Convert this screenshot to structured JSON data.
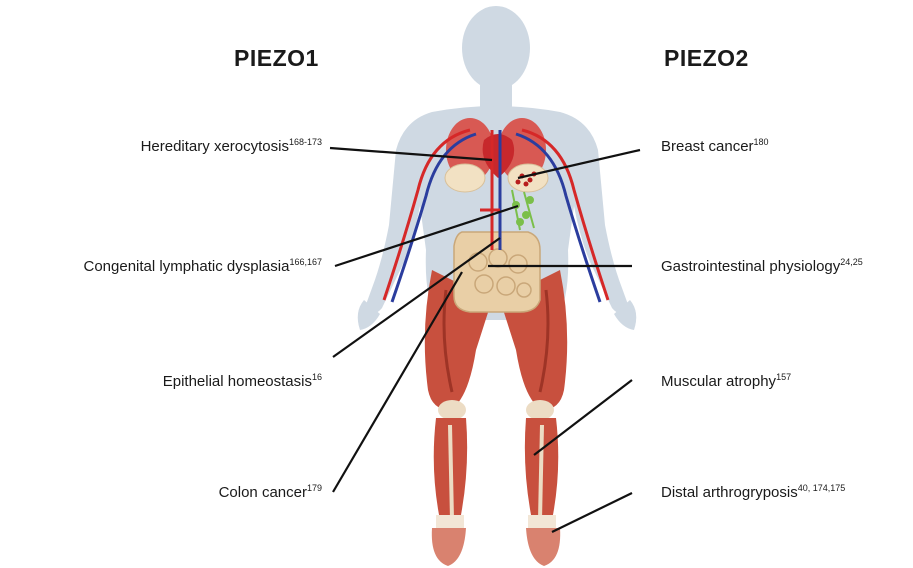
{
  "headings": {
    "left": "PIEZO1",
    "right": "PIEZO2"
  },
  "labels": {
    "hereditary_xerocytosis": {
      "text": "Hereditary xerocytosis",
      "ref": "168-173"
    },
    "congenital_lymphatic_dysplasia": {
      "text": "Congenital lymphatic dysplasia",
      "ref": "166,167"
    },
    "epithelial_homeostasis": {
      "text": "Epithelial homeostasis",
      "ref": "16"
    },
    "colon_cancer": {
      "text": "Colon cancer",
      "ref": "179"
    },
    "breast_cancer": {
      "text": "Breast cancer",
      "ref": "180"
    },
    "gastrointestinal_physiology": {
      "text": "Gastrointestinal physiology",
      "ref": "24,25"
    },
    "muscular_atrophy": {
      "text": "Muscular atrophy",
      "ref": "157"
    },
    "distal_arthrogryposis": {
      "text": "Distal arthrogryposis",
      "ref": "40, 174,175"
    }
  },
  "colors": {
    "body_silhouette": "#cfd9e3",
    "muscle": "#c8503e",
    "muscle_dark": "#9e3426",
    "artery": "#d62828",
    "vein": "#2b3d9e",
    "lymph": "#7bbf4a",
    "intestine": "#e9cfa6",
    "tendon": "#ecdcc4",
    "leader_line": "#111111"
  }
}
